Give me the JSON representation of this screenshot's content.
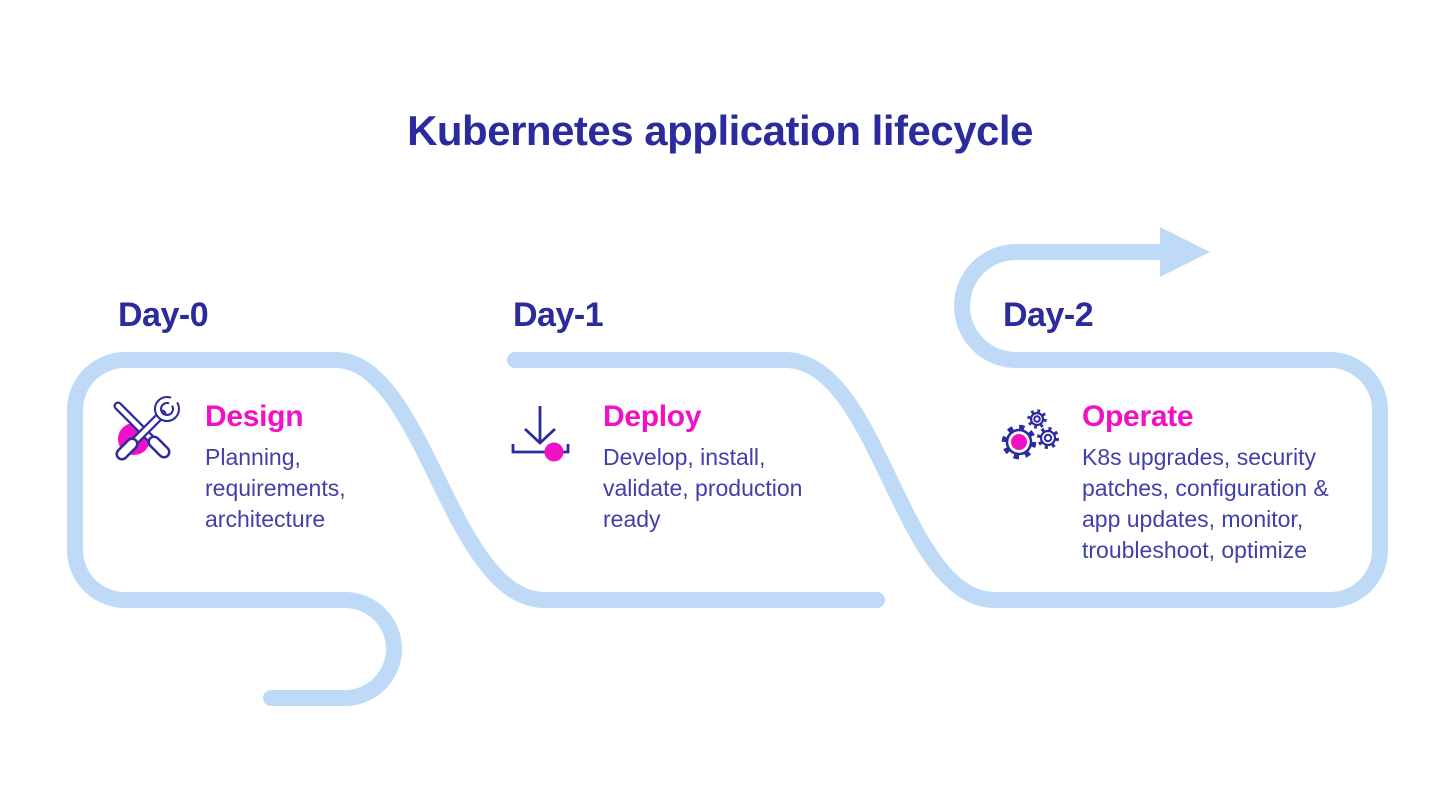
{
  "title": "Kubernetes application lifecycle",
  "colors": {
    "heading_indigo": "#2b2b9d",
    "body_text_indigo": "#4040ab",
    "accent_magenta": "#f110c5",
    "path_light_blue": "#bedaf7"
  },
  "path": {
    "description": "serpentine lifecycle flow line ending in right-pointing arrow",
    "arrow_direction": "right"
  },
  "stages": [
    {
      "day": "Day-0",
      "name": "Design",
      "icon": "tools-icon",
      "desc_lines": [
        "Planning,",
        "requirements,",
        "architecture"
      ]
    },
    {
      "day": "Day-1",
      "name": "Deploy",
      "icon": "deploy-arrow-icon",
      "desc_lines": [
        "Develop, install,",
        "validate, production",
        "ready"
      ]
    },
    {
      "day": "Day-2",
      "name": "Operate",
      "icon": "gears-icon",
      "desc_lines": [
        "K8s upgrades, security",
        "patches, configuration &",
        "app updates, monitor,",
        "troubleshoot, optimize"
      ]
    }
  ]
}
